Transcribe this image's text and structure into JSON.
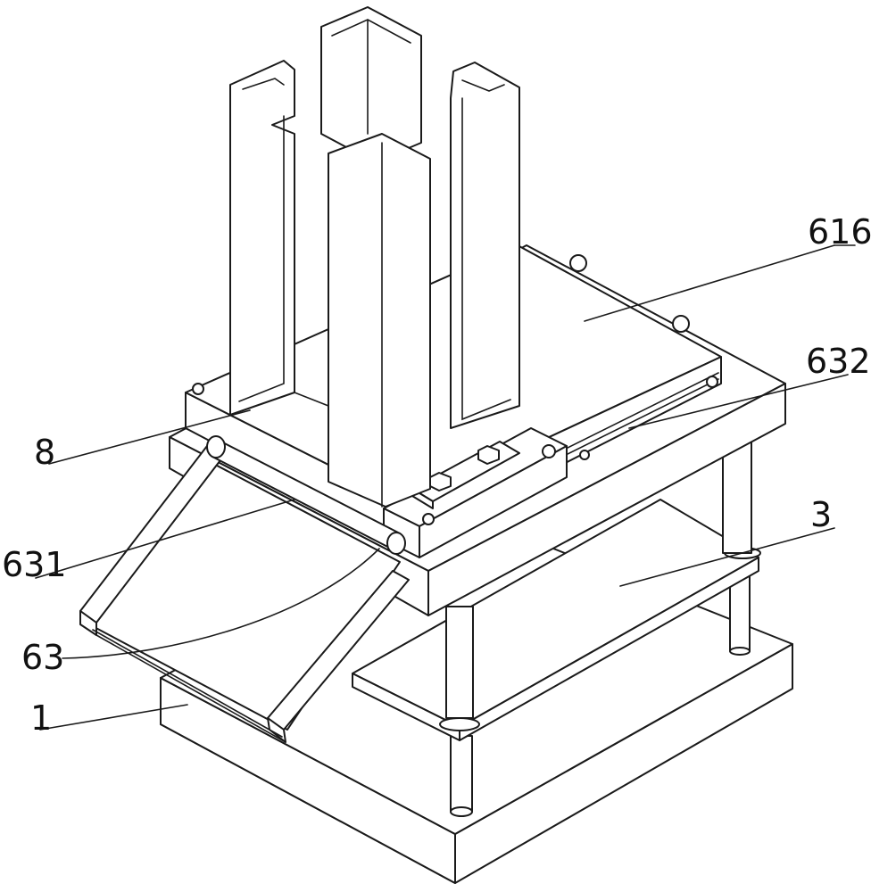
{
  "labels": {
    "l616": "616",
    "l632": "632",
    "l8": "8",
    "l3": "3",
    "l631": "631",
    "l63": "63",
    "l1": "1"
  },
  "colors": {
    "line": "#1a1a1a",
    "background": "#ffffff"
  }
}
